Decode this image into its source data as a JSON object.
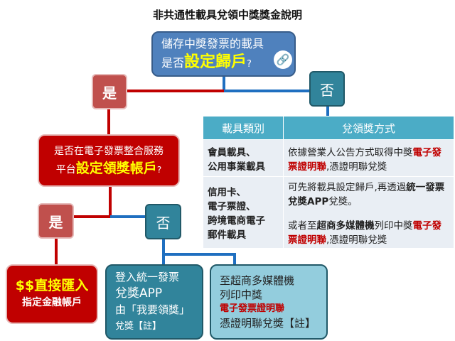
{
  "title": "非共通性載具兌領中獎獎金說明",
  "q1": {
    "line1": "儲存中獎發票的載具",
    "prefix": "是否",
    "highlight": "設定歸戶",
    "suffix": "?",
    "icon": "link-icon"
  },
  "yes1": "是",
  "no1": "否",
  "q2": {
    "line1": "是否在電子發票整合服務",
    "prefix": "平台",
    "highlight": "設定領獎帳戶",
    "suffix": "?"
  },
  "yes2": "是",
  "no2": "否",
  "table": {
    "headers": [
      "載具類別",
      "兌領獎方式"
    ],
    "row1": {
      "type": "會員載具、\n公用事業載具",
      "m1": "依據營業人公告方式取得中獎",
      "m2": "電子發票證明聯",
      "m3": ",憑證明聯兌獎"
    },
    "row2": {
      "type": "信用卡、\n電子票證、\n跨境電商電子\n郵件載具",
      "a1": "可先將載具設定歸戶,再透過",
      "a2": "統一發票兌獎APP",
      "a3": "兌獎。",
      "b1": "或者至",
      "b2": "超商多媒體機",
      "b3": "列印中獎",
      "b4": "電子發票證明聯",
      "b5": ",憑證明聯兌獎"
    }
  },
  "result_direct": {
    "line1": "$$直接匯入",
    "line2": "指定金融帳戶"
  },
  "result_app": {
    "l1": "登入統一發票",
    "l2": "兌獎APP",
    "l3": "由「我要領獎」",
    "l4": "兌獎【註】"
  },
  "result_kiosk": {
    "l1": "至超商多媒體機",
    "l2": "列印中獎",
    "l3": "電子發票證明聯",
    "l4": "憑證明聯兌獎【註】"
  }
}
